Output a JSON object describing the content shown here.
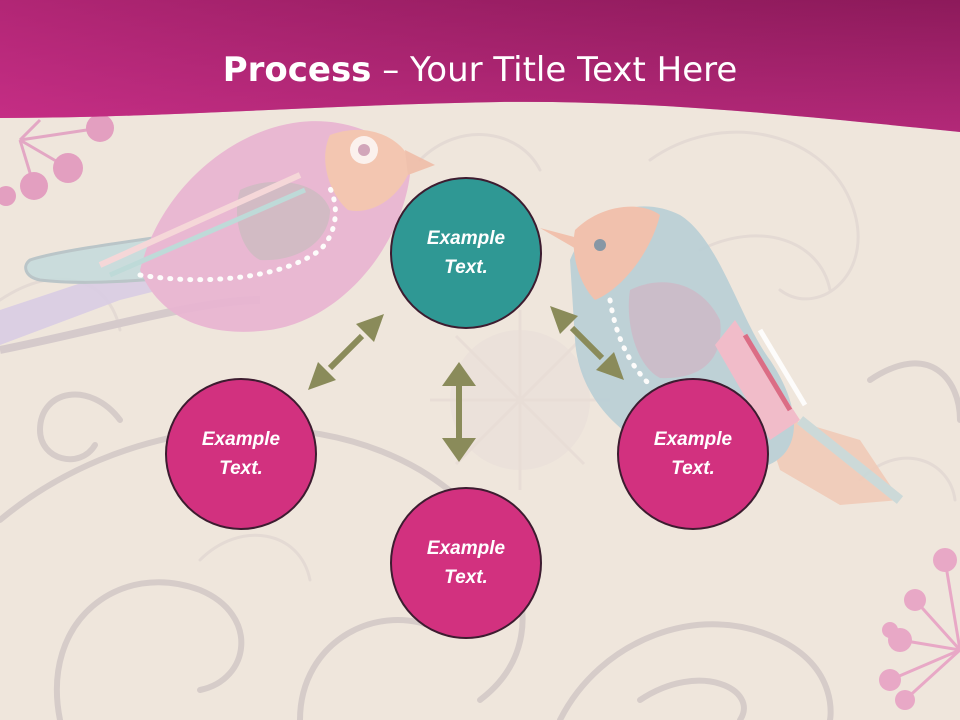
{
  "title": {
    "bold": "Process",
    "rest": " – Your Title Text Here"
  },
  "colors": {
    "banner_top": "#8e1a5c",
    "banner_bottom": "#c42f86",
    "background": "#efe6dc",
    "node_pink": "#d2317f",
    "node_teal": "#2f9894",
    "arrow": "#8a8b5a"
  },
  "nodes": [
    {
      "label": "Example Text.",
      "color": "teal"
    },
    {
      "label": "Example Text.",
      "color": "pink"
    },
    {
      "label": "Example Text.",
      "color": "pink"
    },
    {
      "label": "Example Text.",
      "color": "pink"
    }
  ]
}
